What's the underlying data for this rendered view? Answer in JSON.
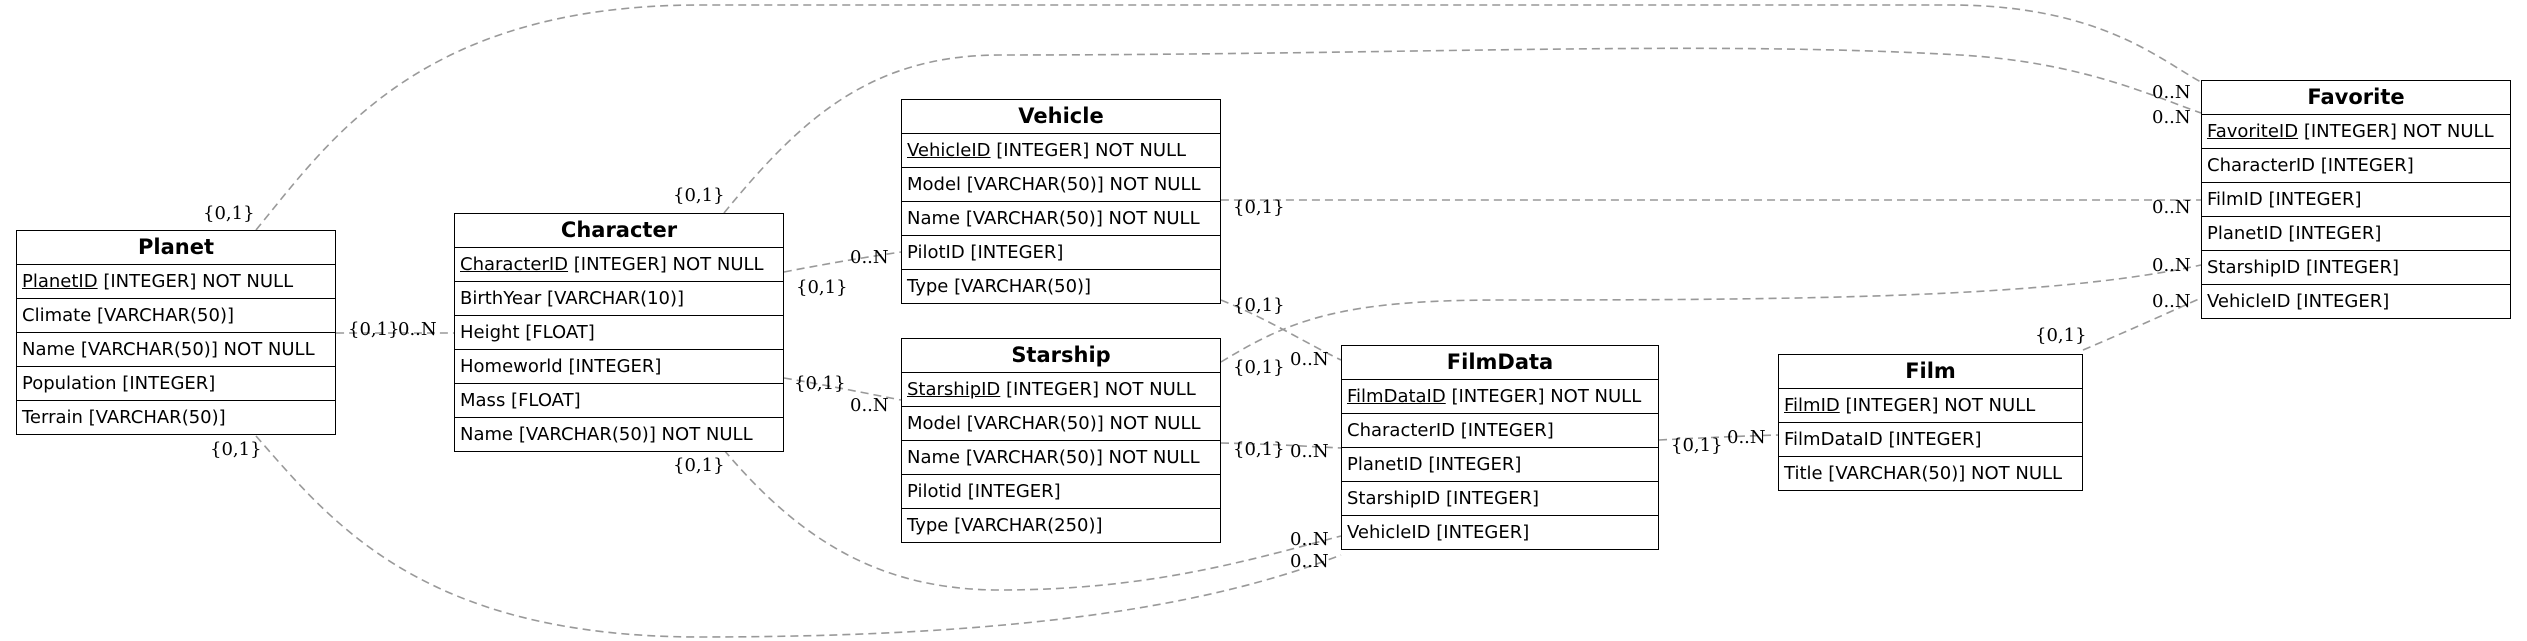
{
  "entities": [
    {
      "id": "planet",
      "title": "Planet",
      "attrs": [
        {
          "name": "PlanetID",
          "type": " [INTEGER] NOT NULL",
          "pk": true
        },
        {
          "name": "Climate",
          "type": " [VARCHAR(50)]",
          "pk": false
        },
        {
          "name": "Name",
          "type": " [VARCHAR(50)] NOT NULL",
          "pk": false
        },
        {
          "name": "Population",
          "type": " [INTEGER]",
          "pk": false
        },
        {
          "name": "Terrain",
          "type": " [VARCHAR(50)]",
          "pk": false
        }
      ]
    },
    {
      "id": "character",
      "title": "Character",
      "attrs": [
        {
          "name": "CharacterID",
          "type": " [INTEGER] NOT NULL",
          "pk": true
        },
        {
          "name": "BirthYear",
          "type": " [VARCHAR(10)]",
          "pk": false
        },
        {
          "name": "Height",
          "type": " [FLOAT]",
          "pk": false
        },
        {
          "name": "Homeworld",
          "type": " [INTEGER]",
          "pk": false
        },
        {
          "name": "Mass",
          "type": " [FLOAT]",
          "pk": false
        },
        {
          "name": "Name",
          "type": " [VARCHAR(50)] NOT NULL",
          "pk": false
        }
      ]
    },
    {
      "id": "vehicle",
      "title": "Vehicle",
      "attrs": [
        {
          "name": "VehicleID",
          "type": " [INTEGER] NOT NULL",
          "pk": true
        },
        {
          "name": "Model",
          "type": " [VARCHAR(50)] NOT NULL",
          "pk": false
        },
        {
          "name": "Name",
          "type": " [VARCHAR(50)] NOT NULL",
          "pk": false
        },
        {
          "name": "PilotID",
          "type": " [INTEGER]",
          "pk": false
        },
        {
          "name": "Type",
          "type": " [VARCHAR(50)]",
          "pk": false
        }
      ]
    },
    {
      "id": "starship",
      "title": "Starship",
      "attrs": [
        {
          "name": "StarshipID",
          "type": " [INTEGER] NOT NULL",
          "pk": true
        },
        {
          "name": "Model",
          "type": " [VARCHAR(50)] NOT NULL",
          "pk": false
        },
        {
          "name": "Name",
          "type": " [VARCHAR(50)] NOT NULL",
          "pk": false
        },
        {
          "name": "Pilotid",
          "type": " [INTEGER]",
          "pk": false
        },
        {
          "name": "Type",
          "type": " [VARCHAR(250)]",
          "pk": false
        }
      ]
    },
    {
      "id": "filmdata",
      "title": "FilmData",
      "attrs": [
        {
          "name": "FilmDataID",
          "type": " [INTEGER] NOT NULL",
          "pk": true
        },
        {
          "name": "CharacterID",
          "type": " [INTEGER]",
          "pk": false
        },
        {
          "name": "PlanetID",
          "type": " [INTEGER]",
          "pk": false
        },
        {
          "name": "StarshipID",
          "type": " [INTEGER]",
          "pk": false
        },
        {
          "name": "VehicleID",
          "type": " [INTEGER]",
          "pk": false
        }
      ]
    },
    {
      "id": "film",
      "title": "Film",
      "attrs": [
        {
          "name": "FilmID",
          "type": " [INTEGER] NOT NULL",
          "pk": true
        },
        {
          "name": "FilmDataID",
          "type": " [INTEGER]",
          "pk": false
        },
        {
          "name": "Title",
          "type": " [VARCHAR(50)] NOT NULL",
          "pk": false
        }
      ]
    },
    {
      "id": "favorite",
      "title": "Favorite",
      "attrs": [
        {
          "name": "FavoriteID",
          "type": " [INTEGER] NOT NULL",
          "pk": true
        },
        {
          "name": "CharacterID",
          "type": " [INTEGER]",
          "pk": false
        },
        {
          "name": "FilmID",
          "type": " [INTEGER]",
          "pk": false
        },
        {
          "name": "PlanetID",
          "type": " [INTEGER]",
          "pk": false
        },
        {
          "name": "StarshipID",
          "type": " [INTEGER]",
          "pk": false
        },
        {
          "name": "VehicleID",
          "type": " [INTEGER]",
          "pk": false
        }
      ]
    }
  ],
  "relations": [
    {
      "id": "planet-character",
      "from": "planet",
      "to": "character",
      "from_card": "{0,1}",
      "to_card": "0..N"
    },
    {
      "id": "character-vehicle",
      "from": "character",
      "to": "vehicle",
      "from_card": "{0,1}",
      "to_card": "0..N"
    },
    {
      "id": "character-starship",
      "from": "character",
      "to": "starship",
      "from_card": "{0,1}",
      "to_card": "0..N"
    },
    {
      "id": "character-favorite",
      "from": "character",
      "to": "favorite",
      "from_card": "{0,1}",
      "to_card": "0..N"
    },
    {
      "id": "planet-favorite",
      "from": "planet",
      "to": "favorite",
      "from_card": "{0,1}",
      "to_card": "0..N"
    },
    {
      "id": "vehicle-favorite",
      "from": "vehicle",
      "to": "favorite",
      "from_card": "{0,1}",
      "to_card": "0..N"
    },
    {
      "id": "starship-favorite",
      "from": "starship",
      "to": "favorite",
      "from_card": "{0,1}",
      "to_card": "0..N"
    },
    {
      "id": "film-favorite",
      "from": "film",
      "to": "favorite",
      "from_card": "{0,1}",
      "to_card": "0..N"
    },
    {
      "id": "vehicle-filmdata",
      "from": "vehicle",
      "to": "filmdata",
      "from_card": "{0,1}",
      "to_card": "0..N"
    },
    {
      "id": "starship-filmdata",
      "from": "starship",
      "to": "filmdata",
      "from_card": "{0,1}",
      "to_card": "0..N"
    },
    {
      "id": "filmdata-film",
      "from": "filmdata",
      "to": "film",
      "from_card": "{0,1}",
      "to_card": "0..N"
    },
    {
      "id": "character-filmdata",
      "from": "character",
      "to": "filmdata",
      "from_card": "{0,1}",
      "to_card": "0..N"
    },
    {
      "id": "planet-filmdata",
      "from": "planet",
      "to": "filmdata",
      "from_card": "{0,1}",
      "to_card": "0..N"
    }
  ]
}
